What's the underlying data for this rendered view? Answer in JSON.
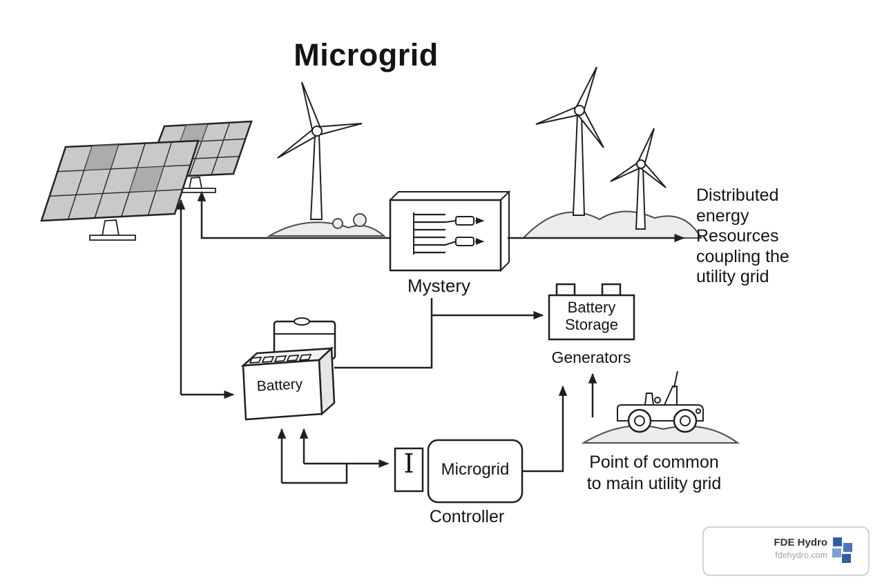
{
  "title": "Microgrid",
  "labels": {
    "mystery": "Mystery",
    "battery": "Battery",
    "generators": "Generators",
    "controller_box": "Microgrid",
    "controller": "Controller",
    "transformer_symbol": "I"
  },
  "battery_storage": {
    "lines": [
      "Battery",
      "Storage"
    ]
  },
  "distributed_text": {
    "lines": [
      "Distributed",
      "energy",
      "Resources",
      "coupling the",
      "utility grid"
    ]
  },
  "point_text": {
    "lines": [
      "Point of common",
      "to main utility grid"
    ]
  },
  "logo": {
    "name": "FDE Hydro",
    "domain": "fdehydro.com"
  },
  "colors": {
    "line": "#1f1f1f",
    "hill_fill": "#ececec",
    "panel_fill": "#c9c9c9",
    "panel_shade": "#8f8f8f",
    "logo_blue": "#4a76c4",
    "logo_blue_dark": "#2f5ea8",
    "logo_blue_light": "#7aa0d8",
    "logo_border": "#c4c4c4"
  }
}
